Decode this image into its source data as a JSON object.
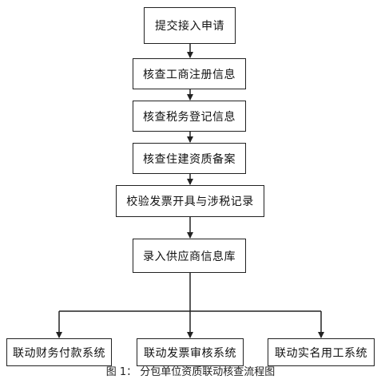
{
  "flowchart": {
    "steps": [
      "提交接入申请",
      "核查工商注册信息",
      "核查税务登记信息",
      "核查住建资质备案",
      "校验发票开具与涉税记录",
      "录入供应商信息库"
    ],
    "outputs": [
      "联动财务付款系统",
      "联动发票审核系统",
      "联动实名用工系统"
    ]
  },
  "caption": "图 1： 分包单位资质联动核查流程图",
  "colors": {
    "box_border": "#222222",
    "connector": "#222222",
    "text": "#111111"
  }
}
